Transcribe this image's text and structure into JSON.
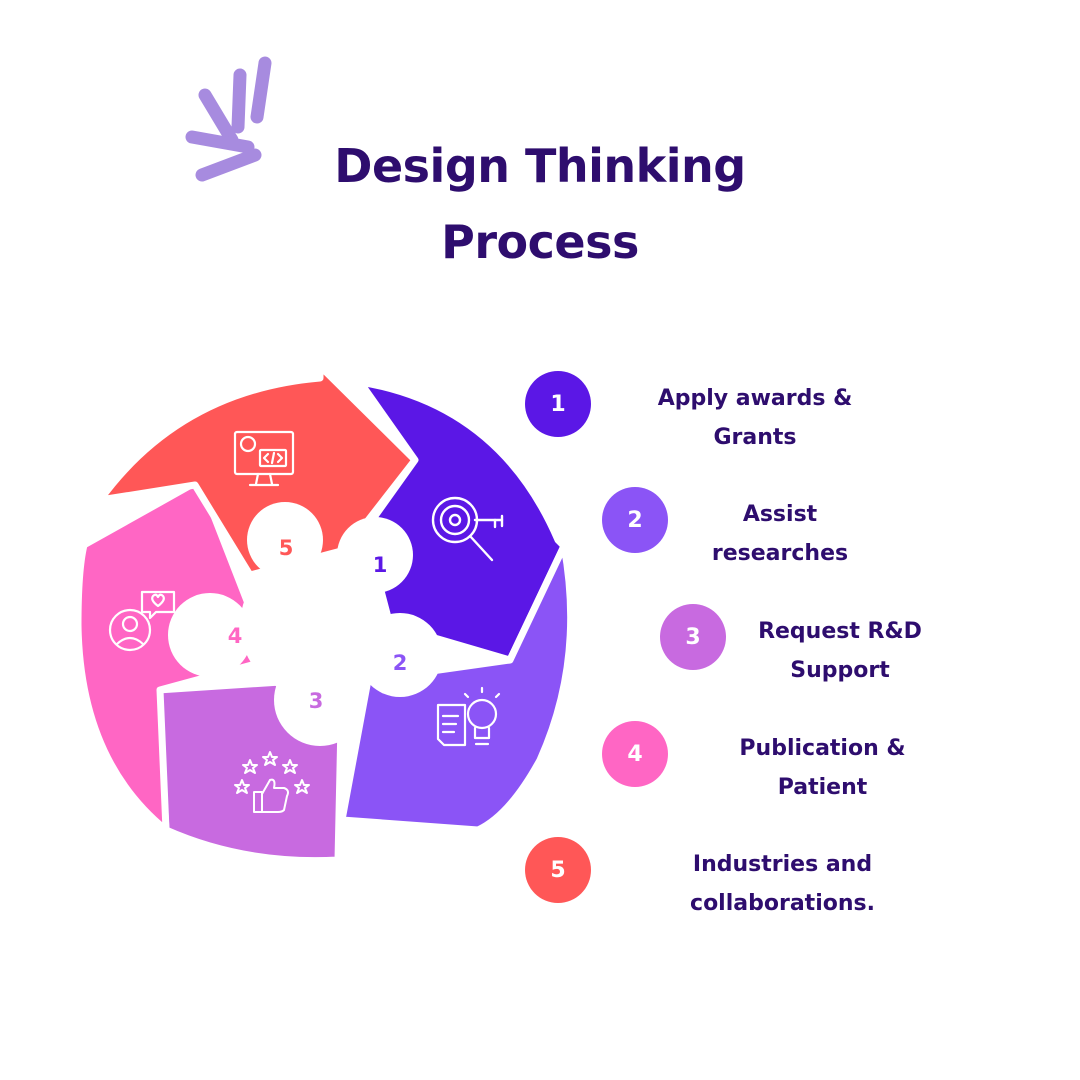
{
  "title": {
    "line1": "Design Thinking",
    "line2": "Process"
  },
  "colors": {
    "title": "#2e0d6e",
    "step1": "#5b17e6",
    "step2": "#8b54f6",
    "step3": "#c86ae0",
    "step4": "#ff66c4",
    "step5": "#ff5757",
    "spark": "#a78bdf"
  },
  "wheel": {
    "numbers": [
      "1",
      "2",
      "3",
      "4",
      "5"
    ],
    "icons": [
      "target-key-search-icon",
      "document-lightbulb-icon",
      "stars-thumbs-up-icon",
      "user-heart-chat-icon",
      "monitor-code-gear-icon"
    ]
  },
  "steps": [
    {
      "number": "1",
      "line1": "Apply awards &",
      "line2": "Grants"
    },
    {
      "number": "2",
      "line1": "Assist",
      "line2": "researches"
    },
    {
      "number": "3",
      "line1": "Request R&D",
      "line2": "Support"
    },
    {
      "number": "4",
      "line1": "Publication &",
      "line2": "Patient"
    },
    {
      "number": "5",
      "line1": "Industries and",
      "line2": "collaborations."
    }
  ]
}
